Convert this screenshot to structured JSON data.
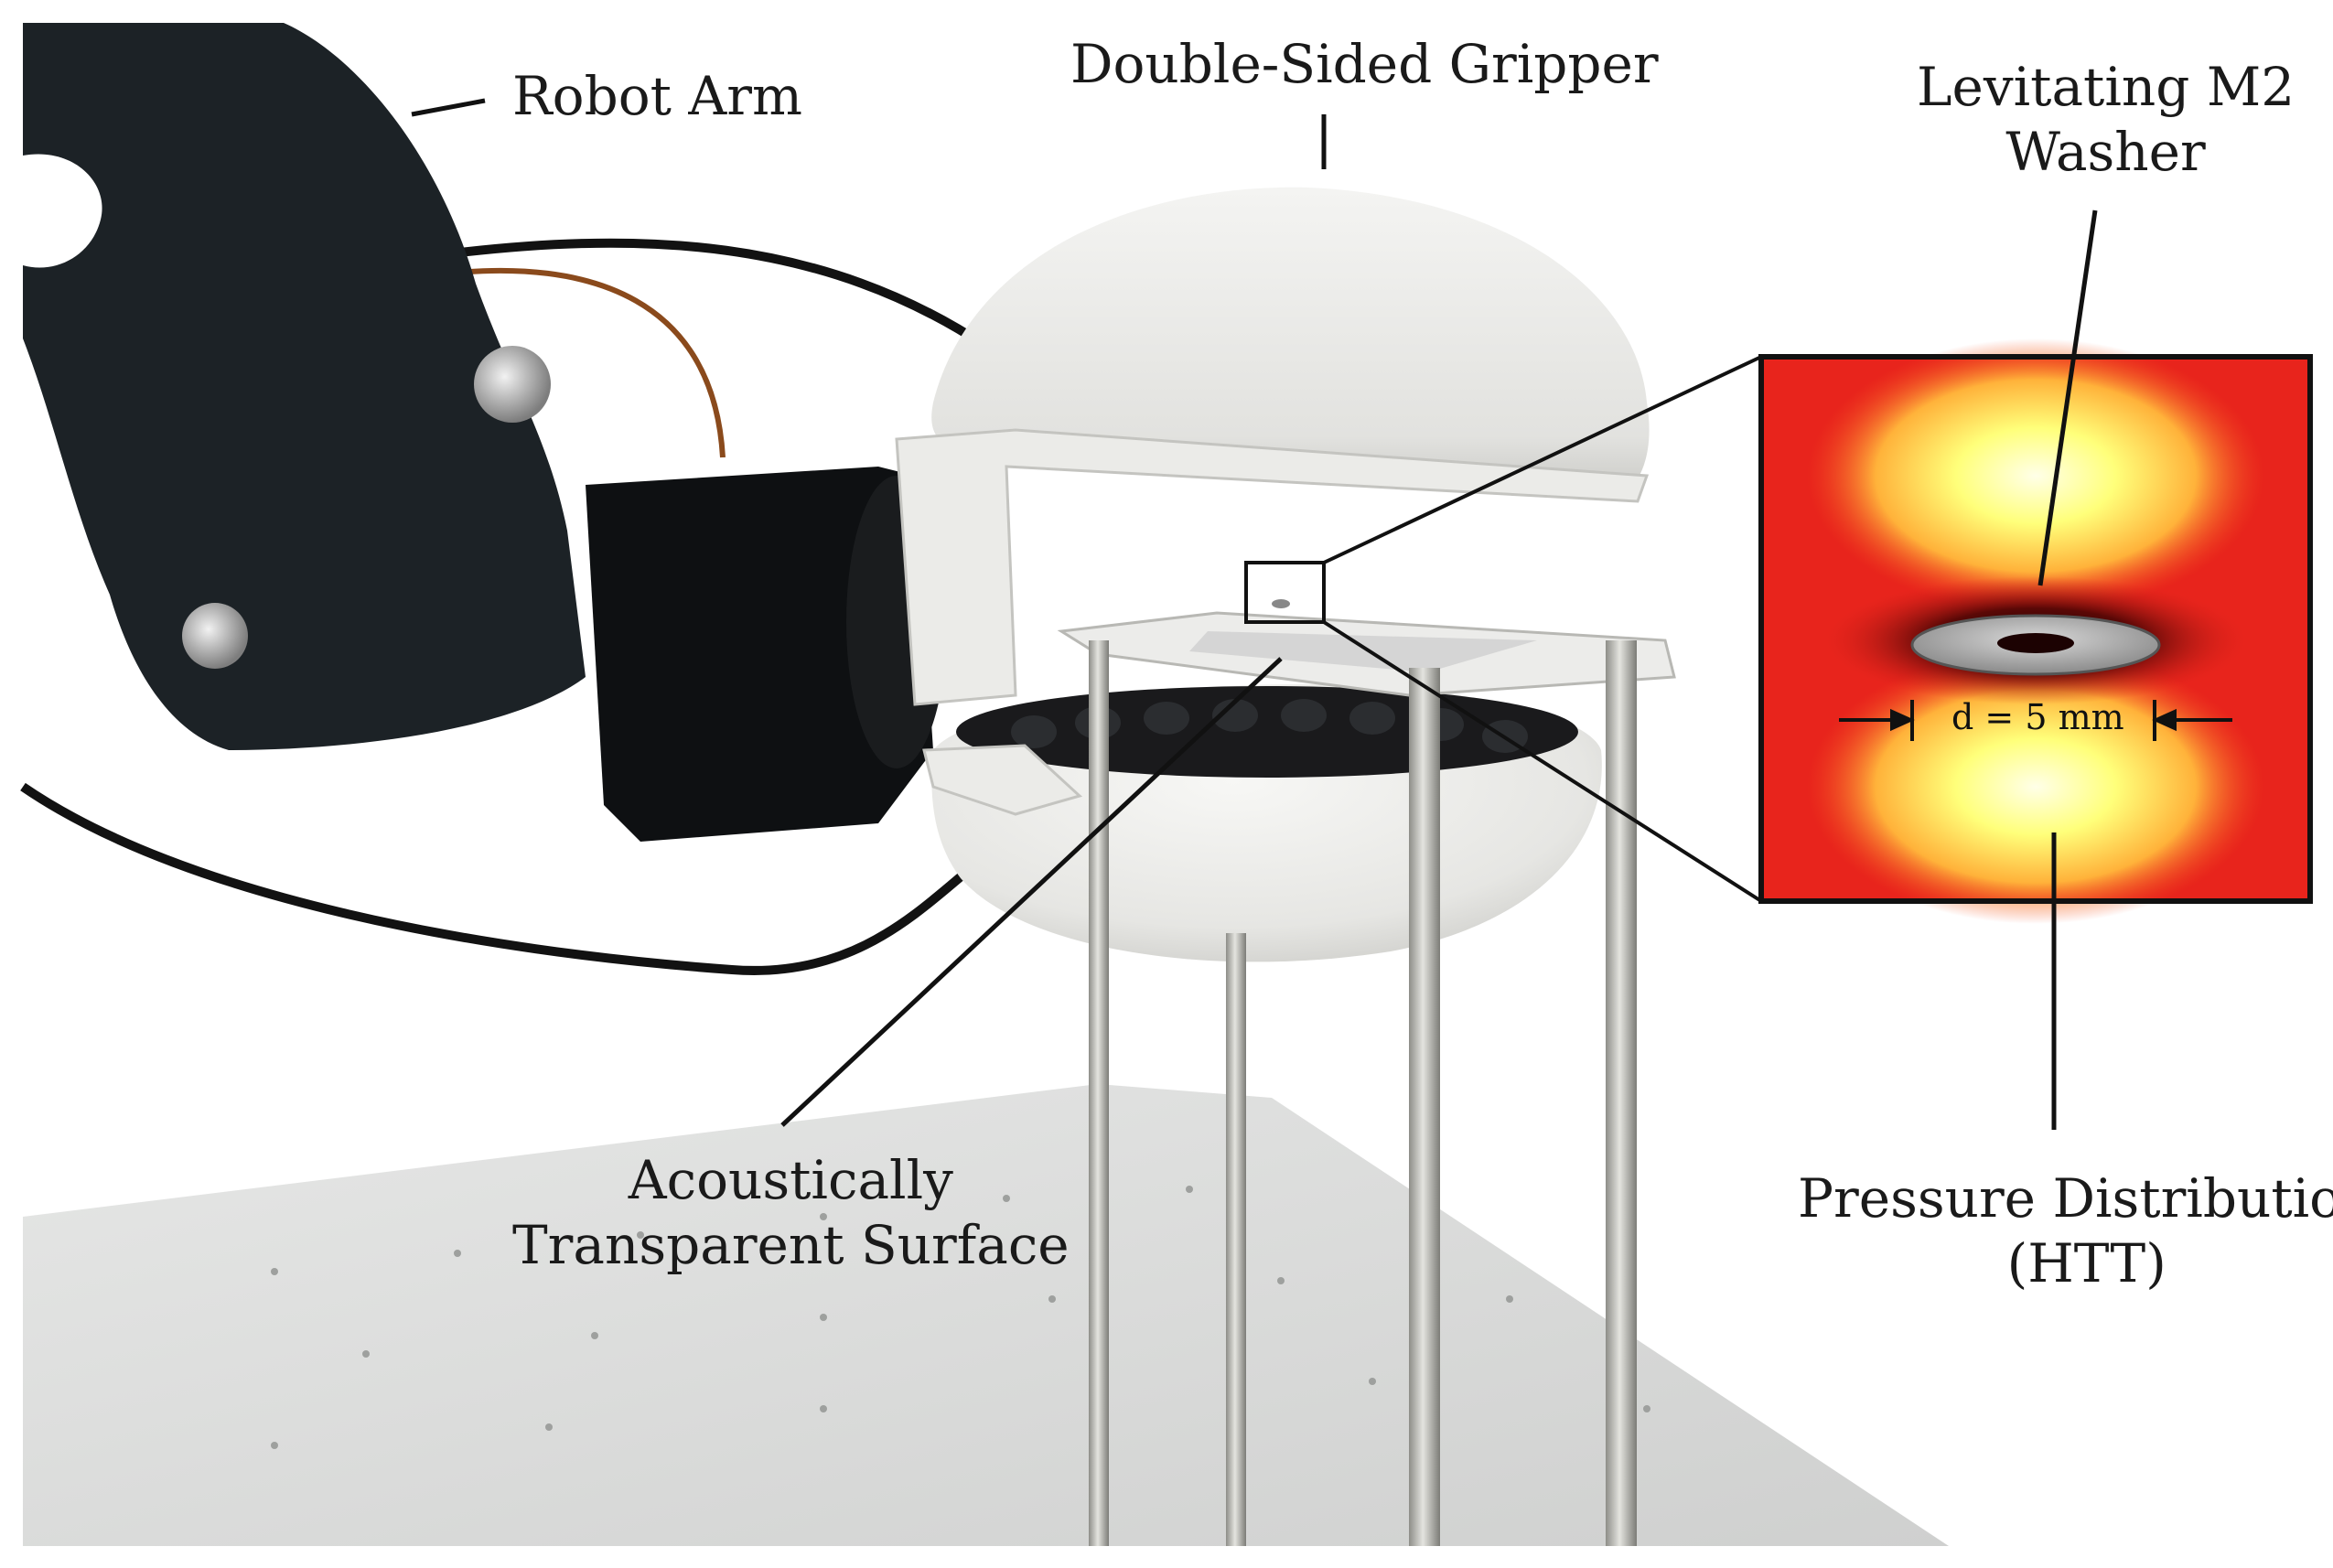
{
  "labels": {
    "robot_arm": "Robot Arm",
    "gripper": "Double-Sided Gripper",
    "washer_line1": "Levitating M2",
    "washer_line2": "Washer",
    "surface_line1": "Acoustically",
    "surface_line2": "Transparent Surface",
    "pressure_line1": "Pressure Distribution",
    "pressure_line2": "(HTT)",
    "dimension": "d = 5 mm"
  },
  "colors": {
    "arm": "#1c2226",
    "gripper": "#e9e9e7",
    "rods": "#b9b9b4",
    "base": "#dfe0df",
    "heat_outer": "#e8241c",
    "heat_hot": "#ffffb0",
    "heat_node": "#1a0000"
  }
}
